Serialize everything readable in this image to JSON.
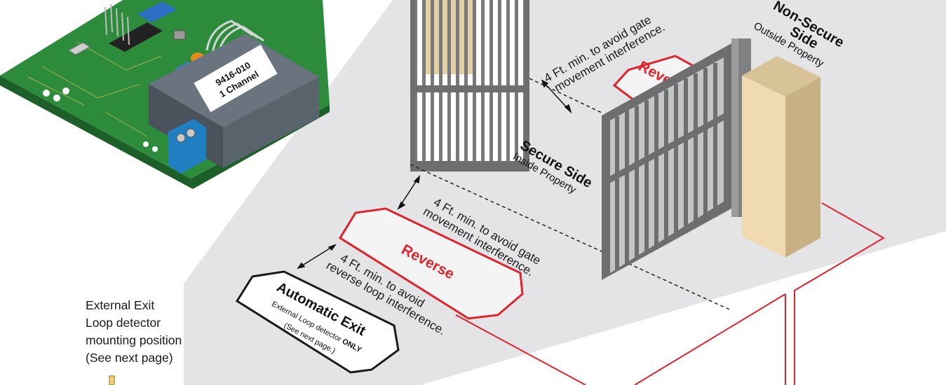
{
  "module": {
    "label_line1": "9416-010",
    "label_line2": "1 Channel"
  },
  "labels": {
    "non_secure_title": "Non-Secure",
    "non_secure_title2": "Side",
    "non_secure_sub": "Outside Property",
    "secure_title": "Secure Side",
    "secure_sub": "Inside Property",
    "top_gap_line1": "4 Ft. min. to avoid gate",
    "top_gap_line2": "movement interference.",
    "mid_gap_line1": "4 Ft. min. to avoid gate",
    "mid_gap_line2": "movement interference.",
    "low_gap_line1": "4 Ft. min. to avoid",
    "low_gap_line2": "reverse loop interference.",
    "reverse_top": "Reverse",
    "reverse_mid": "Reverse",
    "auto_exit_title": "Automatic Exit",
    "auto_exit_sub_prefix": "External Loop detector ",
    "auto_exit_sub_emph": "ONLY",
    "auto_exit_note": "(See next page.)"
  },
  "side_note": {
    "line1": "External Exit",
    "line2": "Loop detector",
    "line3": "mounting position",
    "line4": "(See next page)"
  },
  "colors": {
    "loop_red": "#e0232b",
    "ground": "#e4e4e6",
    "gate_metal": "#6c6e70",
    "wall": "#efdab1",
    "pcb": "#2c8c3c",
    "enclosure": "#5b6670"
  }
}
